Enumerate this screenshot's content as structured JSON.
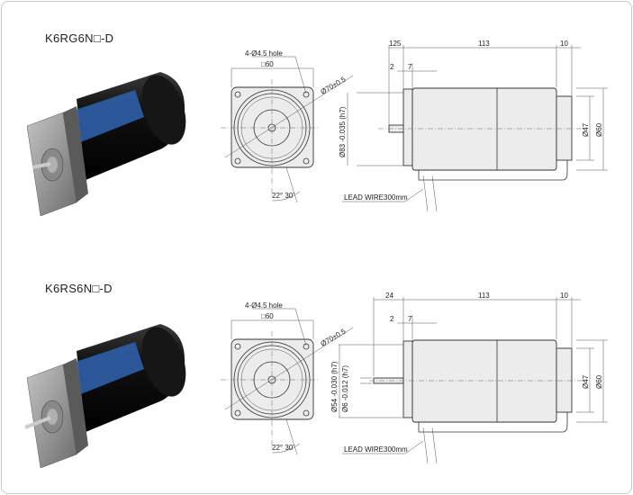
{
  "models": [
    {
      "title": "K6RG6N□-D",
      "front_view": {
        "holes": "4-Ø4.5 hole",
        "square": "□60",
        "pcd": "Ø70±0.5",
        "angle": "22° 30'"
      },
      "side_view": {
        "shaft_length": "125",
        "body_length": "113",
        "cap_length": "10",
        "flange_thickness": "2",
        "pilot_length": "7",
        "pilot_diameter": "Ø83 -0.035 (h7)",
        "cap_diameter": "Ø47",
        "body_diameter": "Ø60",
        "lead_wire": "LEAD WIRE300mm"
      }
    },
    {
      "title": "K6RS6N□-D",
      "front_view": {
        "holes": "4-Ø4.5 hole",
        "square": "□60",
        "pcd": "Ø70±0.5",
        "angle": "22° 30'"
      },
      "side_view": {
        "shaft_length": "24",
        "body_length": "113",
        "cap_length": "10",
        "flange_thickness": "2",
        "pilot_length": "7",
        "pilot_diameter": "Ø54 -0.030 (h7)",
        "shaft_diameter": "Ø6 -0.012 (h7)",
        "cap_diameter": "Ø47",
        "body_diameter": "Ø60",
        "lead_wire": "LEAD WIRE300mm"
      }
    }
  ],
  "colors": {
    "motor_body": "#1a1a1a",
    "label": "#2f5fa8",
    "flange": "#9a9a9a"
  }
}
